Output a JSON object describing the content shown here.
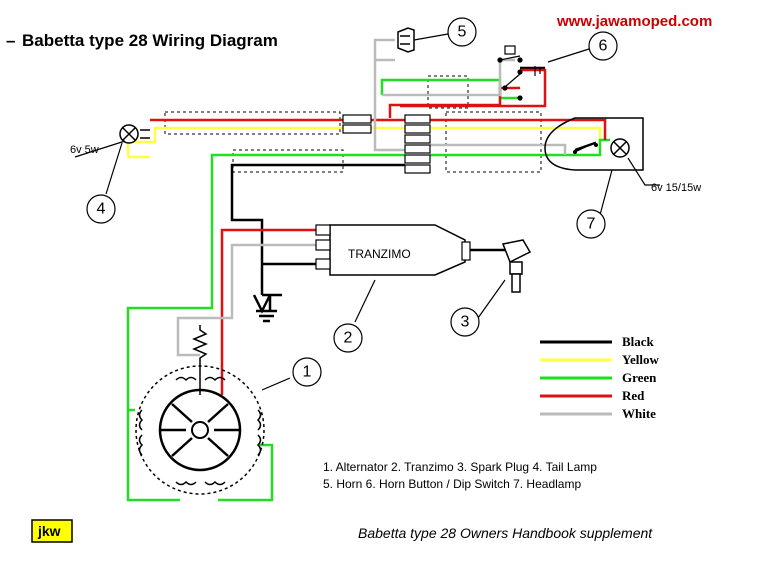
{
  "title": "Babetta  type 28    Wiring Diagram",
  "website": "www.jawamoped.com",
  "component_numbers": [
    "1",
    "2",
    "3",
    "4",
    "5",
    "6",
    "7"
  ],
  "labels": {
    "tail_lamp_rating": "6v 5w",
    "headlamp_rating": "6v 15/15w",
    "tranzimo": "TRANZIMO"
  },
  "legend": [
    {
      "label": "Black",
      "color": "#000000"
    },
    {
      "label": "Yellow",
      "color": "#ffff44"
    },
    {
      "label": "Green",
      "color": "#22dd22"
    },
    {
      "label": "Red",
      "color": "#dd1111"
    },
    {
      "label": "White",
      "color": "#bbbbbb"
    }
  ],
  "key_line1": "1. Alternator  2. Tranzimo  3. Spark Plug  4. Tail Lamp",
  "key_line2": "5. Horn  6. Horn Button / Dip Switch  7. Headlamp",
  "logo": "jkw",
  "logo_color": "#ffff00",
  "footer": "Babetta  type 28  Owners Handbook   supplement"
}
